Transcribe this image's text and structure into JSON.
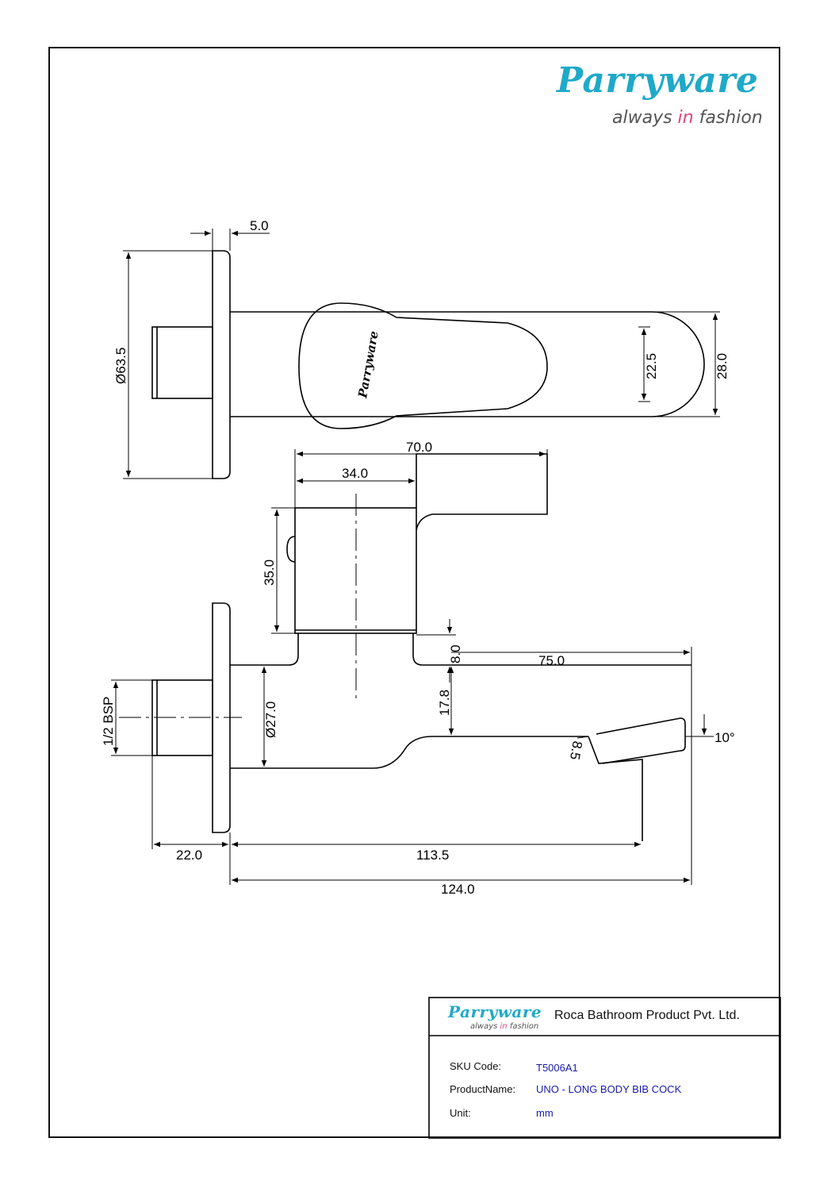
{
  "brand": {
    "name": "Parryware",
    "tagline_pre": "always ",
    "tagline_in": "in",
    "tagline_post": " fashion"
  },
  "drawing": {
    "top_view": {
      "plate_thickness": "5.0",
      "plate_diameter": "Ø63.5",
      "handle_width": "22.5",
      "body_width": "28.0",
      "handle_mark": "Parryware"
    },
    "side_view": {
      "handle_length": "70.0",
      "cartridge_width": "34.0",
      "cartridge_height": "35.0",
      "neck_gap": "8.0",
      "spout_reach": "75.0",
      "spout_offset": "17.8",
      "body_diameter": "Ø27.0",
      "thread": "1/2 BSP",
      "outlet": "8.5",
      "outlet_angle": "10°",
      "thread_length": "22.0",
      "projection": "113.5",
      "overall_length": "124.0"
    }
  },
  "title_block": {
    "company": "Roca Bathroom Product Pvt. Ltd.",
    "sku_label": "SKU Code:",
    "sku_value": "T5006A1",
    "product_label": "ProductName:",
    "product_value": "UNO - LONG BODY BIB COCK",
    "unit_label": "Unit:",
    "unit_value": "mm"
  },
  "colors": {
    "brand_blue": "#1fa9c9",
    "brand_pink": "#e0457b",
    "value_blue": "#1a1aa8",
    "line": "#000000"
  }
}
